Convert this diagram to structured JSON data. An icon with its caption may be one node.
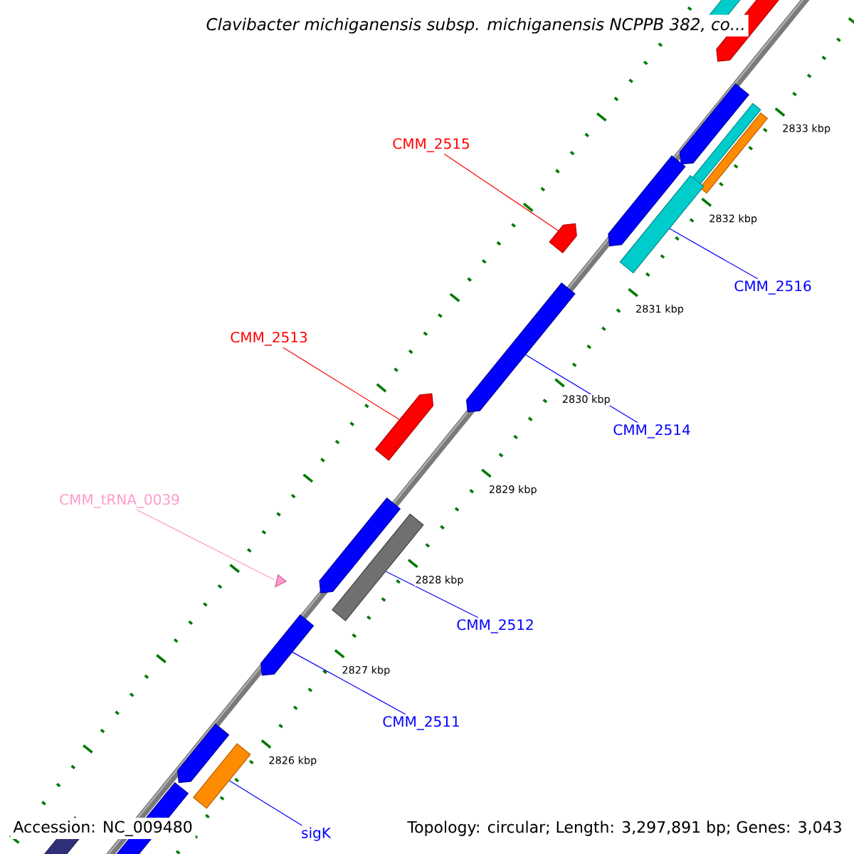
{
  "diagram": {
    "title": "Clavibacter michiganensis subsp. michiganensis NCPPB 382, co...",
    "nodes": [
      {
        "text": [
          "CMM_2515"
        ]
      },
      {
        "text": [],
        "shape": "bar"
      },
      {
        "text": [
          "CMM_2516"
        ]
      },
      {
        "text": [],
        "shape": "bar"
      },
      {
        "text": [
          "CMM_2513"
        ]
      },
      {
        "text": [],
        "shape": "bar"
      },
      {
        "text": [
          "CMM_2514"
        ]
      },
      {
        "text": [],
        "shape": "bar"
      },
      {
        "text": [
          "CMM_tRNA_0039"
        ]
      },
      {
        "text": [],
        "shape": "triangle"
      },
      {
        "text": [
          "CMM_2512"
        ]
      },
      {
        "text": [],
        "shape": "bar"
      },
      {
        "text": [
          "CMM_2511"
        ]
      },
      {
        "text": [],
        "shape": "bar"
      },
      {
        "text": [
          "sigK"
        ]
      },
      {
        "text": [],
        "shape": "bar"
      }
    ],
    "edges": [
      {
        "from": 0,
        "to": 1,
        "arrow": "none",
        "color": "#ff0000"
      },
      {
        "from": 2,
        "to": 3,
        "arrow": "none"
      },
      {
        "from": 4,
        "to": 5,
        "arrow": "none",
        "color": "#ff0000"
      },
      {
        "from": 6,
        "to": 7,
        "arrow": "none"
      },
      {
        "from": 8,
        "to": 9,
        "arrow": "none",
        "color": "#ff99cc"
      },
      {
        "from": 10,
        "to": 11,
        "arrow": "none"
      },
      {
        "from": 12,
        "to": 13,
        "arrow": "none"
      },
      {
        "from": 14,
        "to": 15,
        "arrow": "none"
      }
    ],
    "labels": [
      "2833 kbp",
      "2832 kbp",
      "2831 kbp",
      "2830 kbp",
      "2829 kbp",
      "2828 kbp",
      "2827 kbp",
      "2826 kbp",
      "Accession: NC_009480",
      "Topology: circular; Length: 3,297,891 bp; Genes: 3,043"
    ]
  }
}
